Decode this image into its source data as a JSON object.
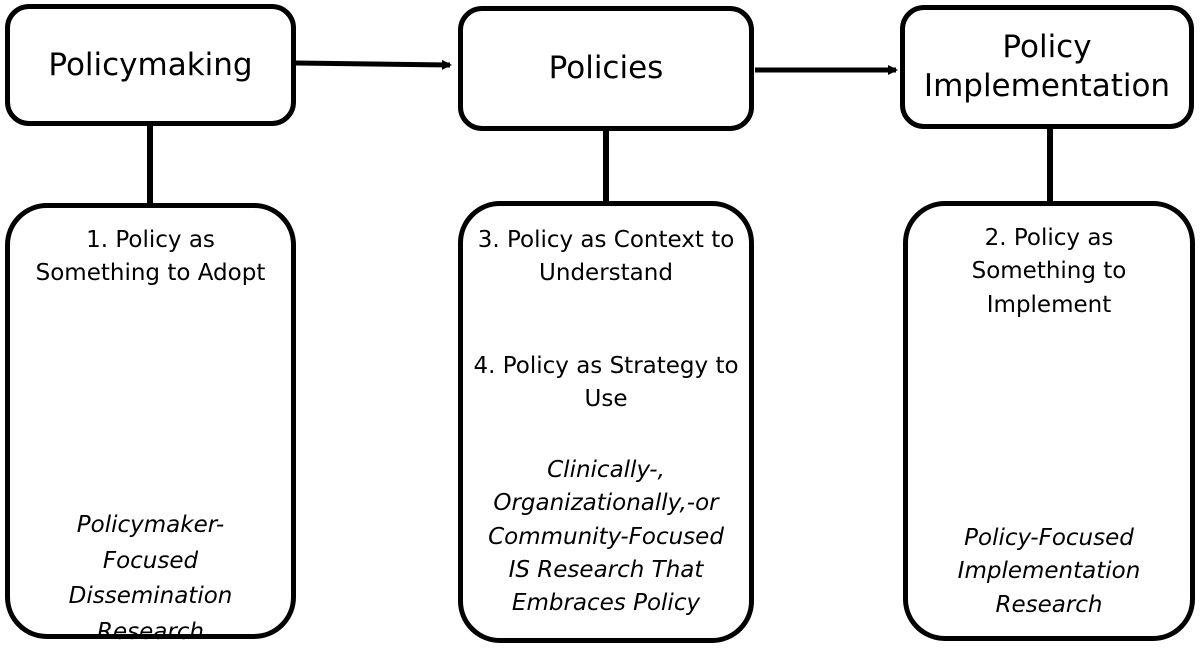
{
  "top_boxes": {
    "policymaking": "Policymaking",
    "policies": "Policies",
    "implementation": "Policy Implementation"
  },
  "columns": {
    "left": {
      "item": "1. Policy as Something to Adopt",
      "research": "Policymaker-Focused Dissemination Research"
    },
    "middle": {
      "item_a": "3. Policy as Context to Understand",
      "item_b": "4. Policy as Strategy to Use",
      "research": "Clinically-, Organizationally,-or Community-Focused IS Research That Embraces Policy"
    },
    "right": {
      "item": "2. Policy as Something to Implement",
      "research": "Policy-Focused Implementation Research"
    }
  }
}
